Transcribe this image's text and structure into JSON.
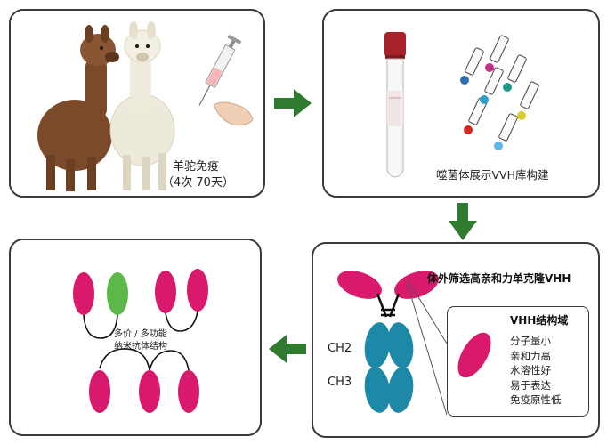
{
  "panel1": {
    "caption_line1": "羊驼免疫",
    "caption_line2": "（4次 70天）"
  },
  "panel2": {
    "caption": "噬菌体展示VVH库构建"
  },
  "panel3": {
    "title": "体外筛选高亲和力单克隆VHH",
    "ch2": "CH2",
    "ch3": "CH3",
    "box_title": "VHH结构域",
    "properties": [
      "分子量小",
      "亲和力高",
      "水溶性好",
      "易于表达",
      "免疫原性低"
    ]
  },
  "panel4": {
    "label_line1": "多价 / 多功能",
    "label_line2": "纳米抗体结构"
  },
  "colors": {
    "magenta": "#d9196b",
    "green": "#5cb848",
    "teal": "#1e89a6",
    "arrow": "#2e7a2e",
    "border": "#3a3a3a"
  }
}
